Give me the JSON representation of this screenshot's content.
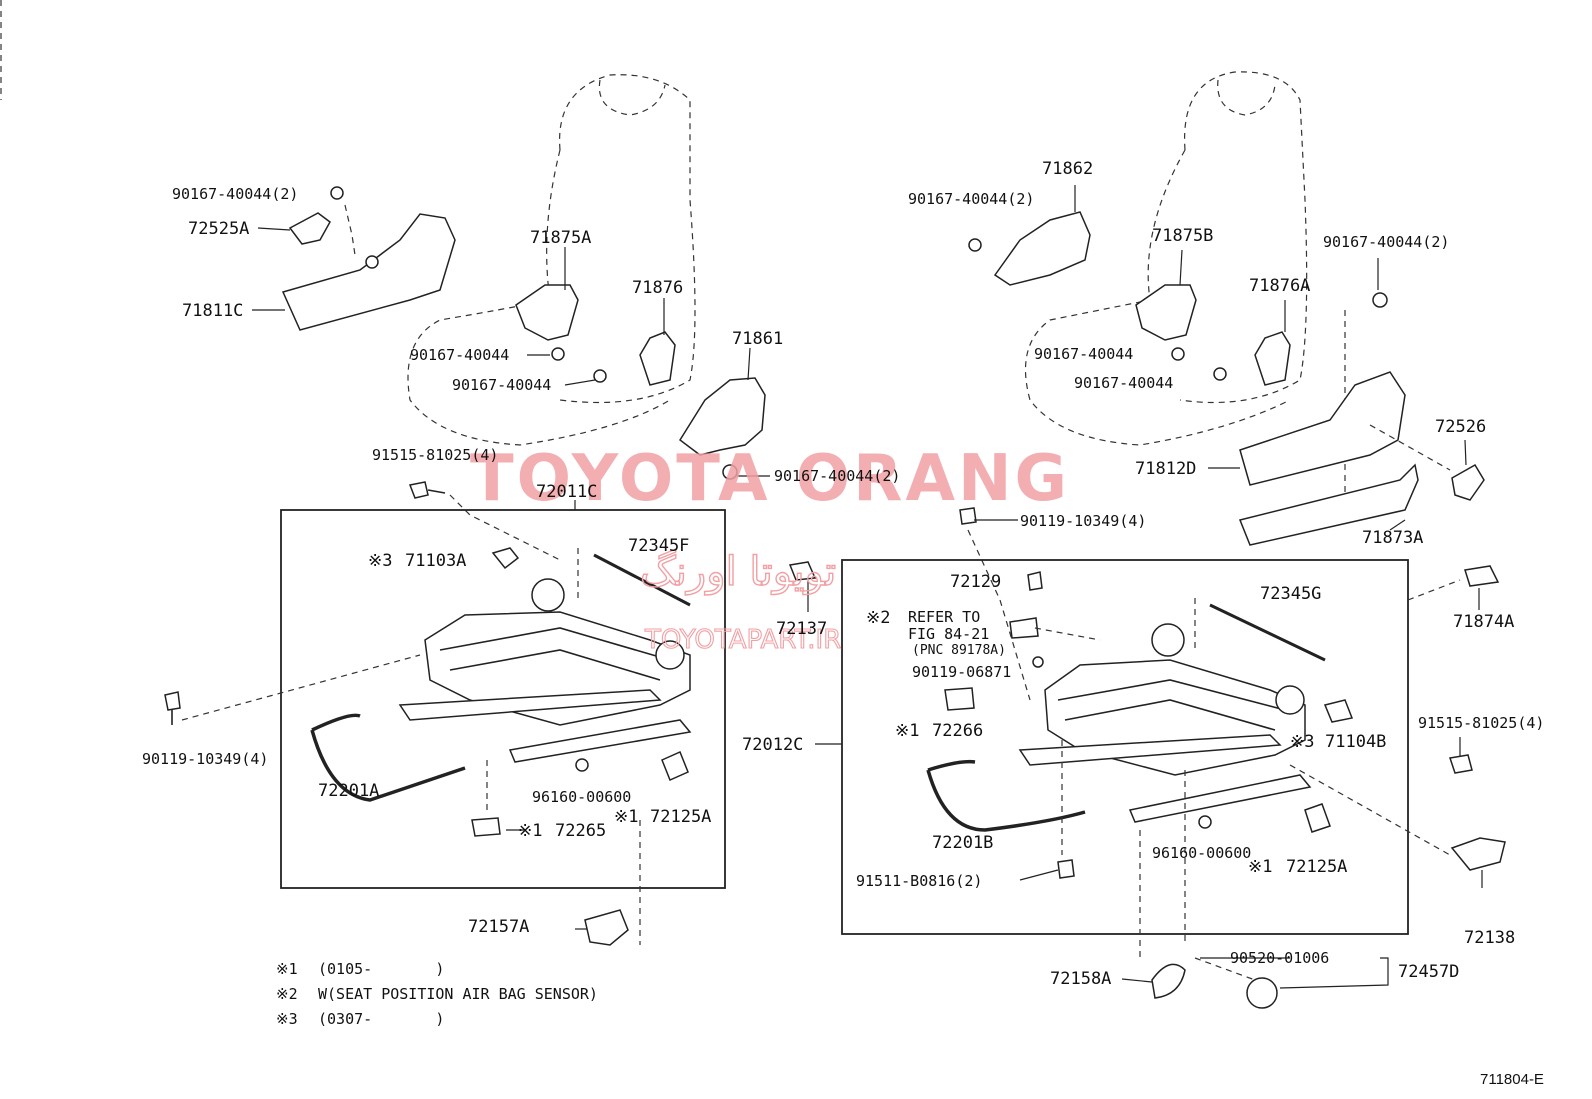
{
  "diagram_code": "711804-E",
  "watermark": {
    "brand": "TOYOTA ORANG",
    "persian": "تویوتا اورنگ",
    "url": "TOYOTAPART.IR"
  },
  "left_seat": {
    "bolt_top": "90167-40044(2)",
    "cover_a": "72525A",
    "shield": "71811C",
    "hinge_cover": "71875A",
    "recliner_cover": "71876",
    "screw_1": "90167-40044",
    "screw_2": "90167-40044",
    "outer_cover": "71861",
    "outer_screw": "90167-40044(2)",
    "front_bolt": "91515-81025(4)",
    "adjuster_assy": "72011C",
    "mark_3": "※3",
    "sensor_71103": "71103A",
    "rod": "72345F",
    "bolt_side": "90119-10349(4)",
    "wire": "72201A",
    "clip": "96160-00600",
    "mark_1a": "※1",
    "bracket": "72125A",
    "mark_1b": "※1",
    "sensor_72265": "72265",
    "cap": "72157A",
    "cover_72137": "72137"
  },
  "right_seat": {
    "cover_top": "71862",
    "bolt_top": "90167-40044(2)",
    "hinge_cover": "71875B",
    "bolt_right": "90167-40044(2)",
    "recliner_cover": "71876A",
    "screw_1": "90167-40044",
    "screw_2": "90167-40044",
    "knob": "72526",
    "shield": "71812D",
    "lower_cover": "71873A",
    "bolt_mid": "90119-10349(4)",
    "clip_72129": "72129",
    "mark_2": "※2",
    "refer_line1": "REFER TO",
    "refer_line2": "FIG 84-21",
    "refer_line3": "(PNC 89178A)",
    "bolt_small": "90119-06871",
    "rod": "72345G",
    "cover_71874": "71874A",
    "mark_1a": "※1",
    "sensor_72266": "72266",
    "adjuster_assy": "72012C",
    "mark_3": "※3",
    "sensor_71104": "71104B",
    "front_bolt": "91515-81025(4)",
    "wire": "72201B",
    "clip": "96160-00600",
    "mark_1b": "※1",
    "bracket": "72125A",
    "bolt_bottom": "91511-B0816(2)",
    "cover_72138": "72138",
    "cap": "72158A",
    "nut": "90520-01006",
    "cover_72457": "72457D"
  },
  "notes": [
    {
      "mark": "※1",
      "text": "(0105-       )"
    },
    {
      "mark": "※2",
      "text": "W(SEAT POSITION AIR BAG SENSOR)"
    },
    {
      "mark": "※3",
      "text": "(0307-       )"
    }
  ]
}
